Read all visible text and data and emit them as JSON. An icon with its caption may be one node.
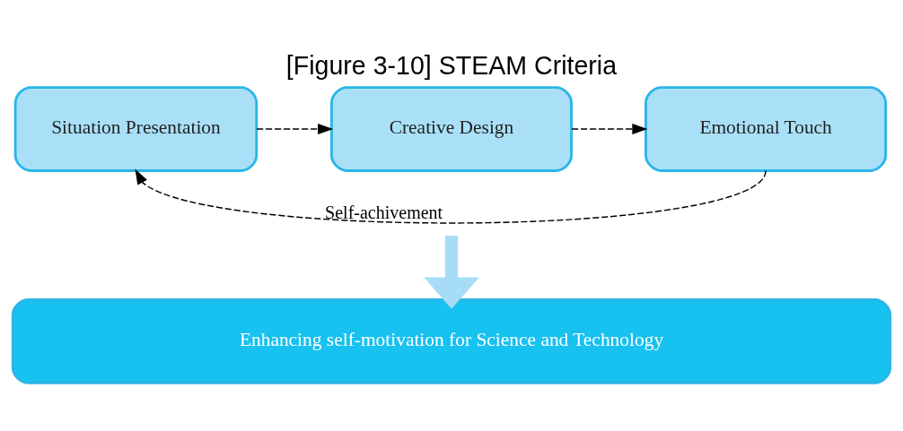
{
  "diagram": {
    "title": "[Figure 3-10] STEAM Criteria",
    "nodes": [
      {
        "text": [
          "Situation Presentation"
        ]
      },
      {
        "text": [
          "Creative Design"
        ]
      },
      {
        "text": [
          "Emotional Touch"
        ]
      },
      {
        "text": [
          "Enhancing self-motivation for Science and Technology"
        ]
      }
    ],
    "edges": [
      {
        "from": 0,
        "to": 1,
        "arrow": "to",
        "style": "dashed"
      },
      {
        "from": 1,
        "to": 2,
        "arrow": "to",
        "style": "dashed"
      },
      {
        "from": 2,
        "to": 0,
        "arrow": "to",
        "style": "dashed",
        "label": "Self-achivement"
      },
      {
        "from": null,
        "to": 3,
        "arrow": "to",
        "style": "thick",
        "color": "#a6dcf5"
      }
    ]
  }
}
